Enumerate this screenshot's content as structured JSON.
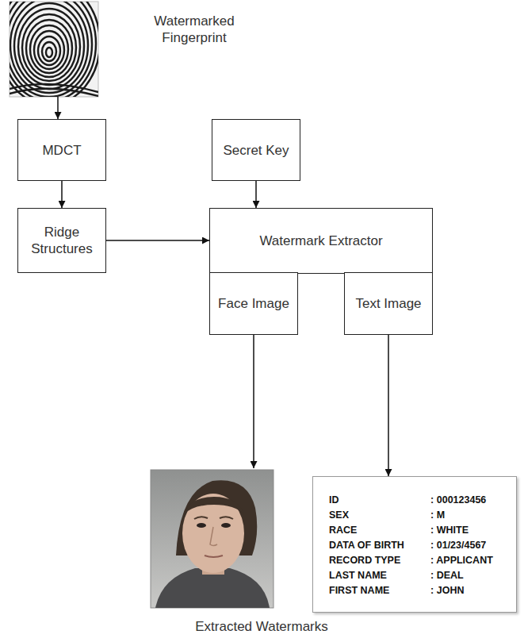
{
  "diagram": {
    "nodes": [
      {
        "text": [
          "Watermarked Fingerprint"
        ]
      },
      {
        "text": [
          "MDCT"
        ]
      },
      {
        "text": [
          "Secret Key"
        ]
      },
      {
        "text": [
          "Ridge Structures"
        ]
      },
      {
        "text": [
          "Watermark Extractor"
        ]
      },
      {
        "text": [
          "Face Image"
        ]
      },
      {
        "text": [
          "Text Image"
        ]
      },
      {
        "text": [
          "ID",
          ": 000123456",
          "SEX",
          ": M",
          "RACE",
          ": WHITE",
          "DATA OF BIRTH",
          ": 01/23/4567",
          "RECORD TYPE",
          ": APPLICANT",
          "LAST NAME",
          ": DEAL",
          "FIRST NAME",
          ": JOHN"
        ]
      }
    ],
    "edges": [
      {
        "from": 0,
        "to": 1,
        "arrow": "to"
      },
      {
        "from": 1,
        "to": 3,
        "arrow": "to"
      },
      {
        "from": 3,
        "to": 4,
        "arrow": "to"
      },
      {
        "from": 2,
        "to": 4,
        "arrow": "to"
      },
      {
        "from": 6,
        "to": 7,
        "arrow": "to"
      }
    ],
    "labels": [
      "Extracted Watermarks"
    ]
  }
}
